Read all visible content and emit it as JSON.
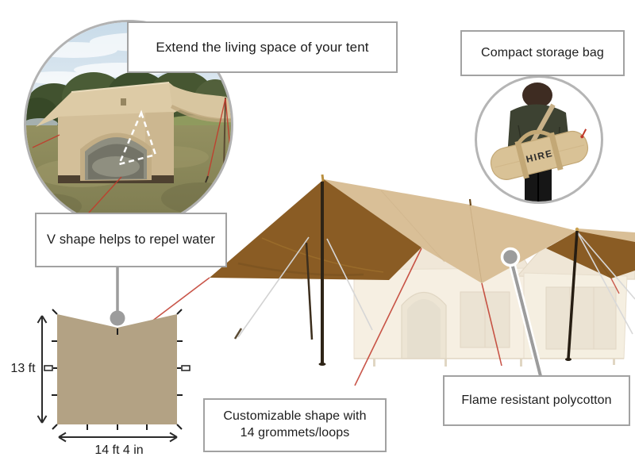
{
  "callouts": {
    "extend_living_space": "Extend the living space of your tent",
    "compact_storage_bag": "Compact storage bag",
    "v_shape": "V shape helps to repel water",
    "customizable_line1": "Customizable shape with",
    "customizable_line2": "14 grommets/loops",
    "flame_resistant": "Flame resistant polycotton"
  },
  "dimension_diagram": {
    "height_label": "13 ft",
    "width_label": "14 ft 4 in",
    "grommet_count": "14",
    "tarp_fill": "#b3a284"
  },
  "storage_bag": {
    "printed_text": "HIRE"
  },
  "colors": {
    "tarp_brown": "#8a5c24",
    "tarp_tan": "#d9bf97",
    "ghost_tent_wall": "#eee1c6",
    "ghost_tent_roof": "#e2d1b2",
    "rope_red": "#c0392b",
    "connector_gray": "#9c9c9c",
    "box_border": "#a2a2a2"
  }
}
